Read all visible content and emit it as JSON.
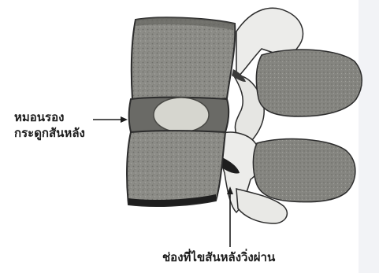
{
  "labels": {
    "disc_line1": "หมอนรอง",
    "disc_line2": "กระดูกสันหลัง",
    "canal": "ช่องที่ไขสันหลังวิ่งผ่าน"
  },
  "colors": {
    "bone": "#8c8c87",
    "bone_dark": "#5f5f5a",
    "disc": "#6a6a66",
    "nucleus": "#d6d6cf",
    "process": "#ececea",
    "outline": "#2c2c2c",
    "background": "#ffffff",
    "text": "#1c1c1c"
  }
}
